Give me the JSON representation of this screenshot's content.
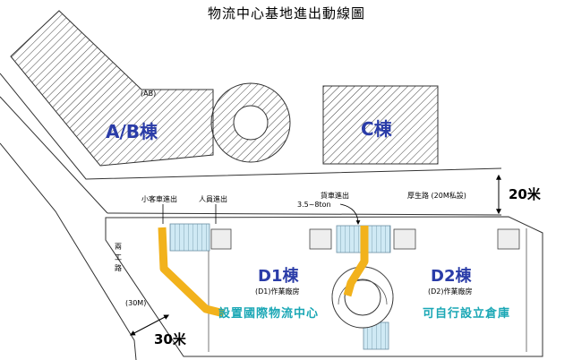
{
  "title": "物流中心基地進出動線圖",
  "buildings": {
    "ab_tag": "(AB)",
    "ab_name": "A/B棟",
    "c_name": "C棟"
  },
  "roads": {
    "north_road": "厚生路 (20M私設)",
    "west_road": "兩 工 路",
    "west_road_width": "(30M)"
  },
  "entrances": {
    "car": "小客車進出",
    "people": "人員進出",
    "truck": "貨車進出",
    "truck_weight": "3.5~8ton"
  },
  "units": {
    "d1_name": "D1棟",
    "d1_sub": "(D1)作業廠房",
    "d2_name": "D2棟",
    "d2_sub": "(D2)作業廠房"
  },
  "notes": {
    "d1_note": "設置國際物流中心",
    "d2_note": "可自行設立倉庫"
  },
  "dimensions": {
    "north": "20米",
    "west": "30米"
  },
  "colors": {
    "building_text": "#2a3ca8",
    "note_text": "#1aa7b5",
    "route": "#f2b21c",
    "ramp": "#cfe9f4"
  }
}
